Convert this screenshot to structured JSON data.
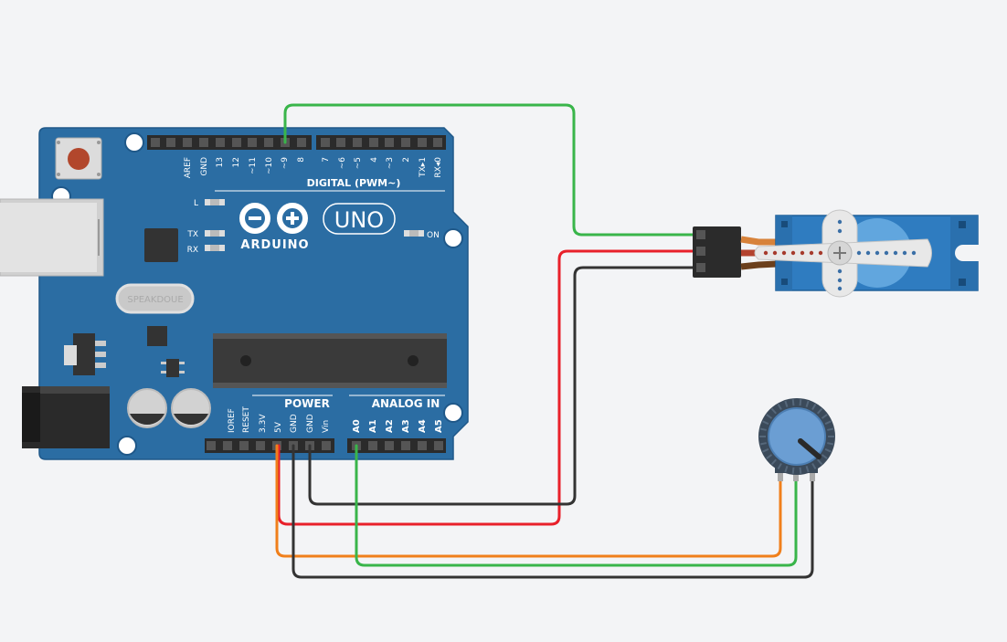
{
  "colors": {
    "background": "#f3f4f6",
    "board": "#2b6da3",
    "board_edge": "#1f5889",
    "wire_signal": "#39b54a",
    "wire_power": "#e8202a",
    "wire_ground": "#333333",
    "wire_5v": "#f07f1b",
    "servo_body": "#2f7cc0",
    "pot_knob": "#6b9ed3"
  },
  "board": {
    "logo_text": "ARDUINO",
    "model_text": "UNO",
    "digital_header": "DIGITAL (PWM~)",
    "power_header": "POWER",
    "analog_header": "ANALOG IN",
    "led_l": "L",
    "led_tx": "TX",
    "led_rx": "RX",
    "led_on": "ON",
    "crystal_text": "SPEAKDOUE",
    "digital_pins": [
      "AREF",
      "GND",
      "13",
      "12",
      "~11",
      "~10",
      "~9",
      "8",
      "7",
      "~6",
      "~5",
      "4",
      "~3",
      "2",
      "TX▸1",
      "RX◂0"
    ],
    "power_pins": [
      "IOREF",
      "RESET",
      "3.3V",
      "5V",
      "GND",
      "GND",
      "Vin"
    ],
    "analog_pins": [
      "A0",
      "A1",
      "A2",
      "A3",
      "A4",
      "A5"
    ]
  },
  "components": {
    "servo_icon": "servo-motor",
    "pot_icon": "potentiometer"
  }
}
